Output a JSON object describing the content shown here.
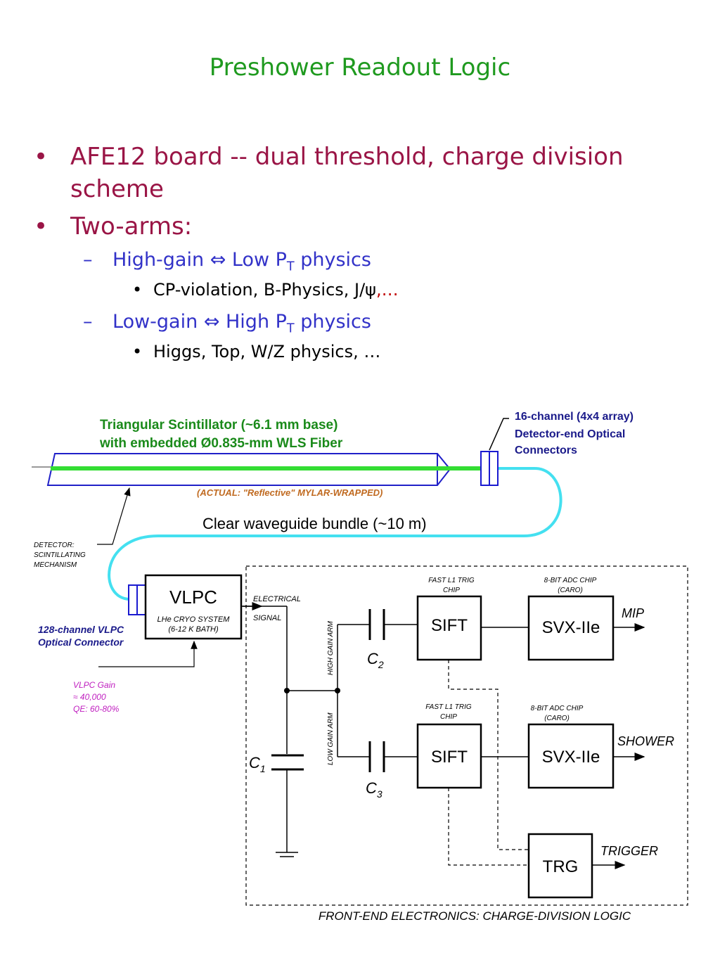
{
  "title": "Preshower Readout Logic",
  "bullets": {
    "b1": "AFE12 board -- dual threshold, charge division scheme",
    "b2": "Two-arms:",
    "s1": {
      "prefix": "High-gain ⇔ Low P",
      "sub": "T",
      "suffix": " physics"
    },
    "ss1": {
      "text": "CP-violation, B-Physics, J/ψ",
      "red": ",…"
    },
    "s2": {
      "prefix": "Low-gain ⇔ High P",
      "sub": "T",
      "suffix": " physics"
    },
    "ss2": "Higgs, Top, W/Z physics, …",
    "marker_main": "•",
    "marker_sub": "–",
    "marker_subsub": "•"
  },
  "diagram": {
    "scint_line1": "Triangular Scintillator (~6.1 mm base)",
    "scint_line2": "with embedded  Ø0.835-mm WLS Fiber",
    "actual": "(ACTUAL: \"Reflective\" MYLAR-WRAPPED)",
    "connector_line1": "16-channel (4x4  array)",
    "connector_line2": "Detector-end Optical",
    "connector_line3": "Connectors",
    "waveguide": "Clear waveguide bundle (~10 m)",
    "detector_line1": "DETECTOR:",
    "detector_line2": "SCINTILLATING",
    "detector_line3": "MECHANISM",
    "vlpc": "VLPC",
    "cryo_line1": "LHe CRYO SYSTEM",
    "cryo_line2": "(6-12 K BATH)",
    "vlpc_conn_line1": "128-channel  VLPC",
    "vlpc_conn_line2": "Optical Connector",
    "gain_line1": "VLPC Gain",
    "gain_line2": "≈ 40,000",
    "gain_line3": "QE: 60-80%",
    "electrical_line1": "ELECTRICAL",
    "electrical_line2": "SIGNAL",
    "high_gain_arm": "HIGH GAIN ARM",
    "low_gain_arm": "LOW GAIN ARM",
    "c1": "C",
    "c1_sub": "1",
    "c2": "C",
    "c2_sub": "2",
    "c3": "C",
    "c3_sub": "3",
    "fast_line1": "FAST L1 TRIG",
    "fast_line2": "CHIP",
    "adc_line1": "8-BIT ADC CHIP",
    "adc_line2": "(CARO)",
    "sift": "SIFT",
    "svx": "SVX-IIe",
    "trg": "TRG",
    "mip": "MIP",
    "shower": "SHOWER",
    "trigger": "TRIGGER",
    "fe_label": "FRONT-END ELECTRONICS: CHARGE-DIVISION LOGIC"
  },
  "colors": {
    "title": "#1f9a1f",
    "main_text": "#9a1546",
    "sub_text": "#3232c8",
    "scintillator_label": "#1a8a1a",
    "fiber": "#33dd33",
    "waveguide": "#44e0f0",
    "connector": "#1a1ad0",
    "actual_label": "#c06a20",
    "gain_label": "#c020c0",
    "vlpc_conn_label": "#1a1a8a"
  }
}
